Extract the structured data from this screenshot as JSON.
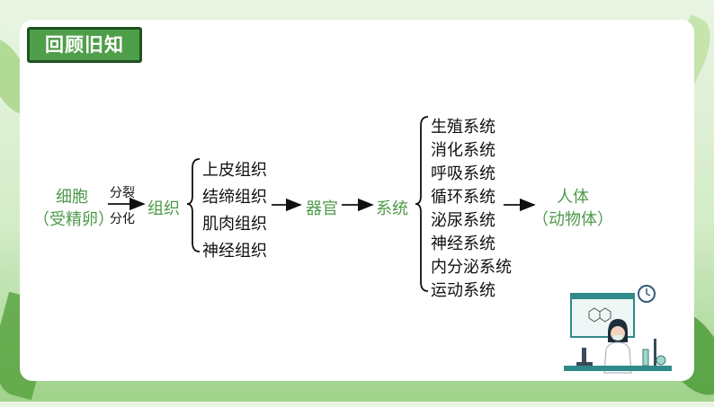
{
  "title": "回顾旧知",
  "diagram": {
    "start": {
      "line1": "细胞",
      "line2": "（受精卵）"
    },
    "process": {
      "top": "分裂",
      "bottom": "分化"
    },
    "tissue": "组织",
    "tissue_types": [
      "上皮组织",
      "结缔组织",
      "肌肉组织",
      "神经组织"
    ],
    "organ": "器官",
    "system": "系统",
    "system_types": [
      "生殖系统",
      "消化系统",
      "呼吸系统",
      "循环系统",
      "泌尿系统",
      "神经系统",
      "内分泌系统",
      "运动系统"
    ],
    "end": {
      "line1": "人体",
      "line2": "（动物体）"
    }
  },
  "colors": {
    "accent": "#4e9a4a",
    "badge": "#4f9e4a",
    "badge_border": "#1f5220"
  },
  "icons": [
    "scientist-illustration"
  ]
}
